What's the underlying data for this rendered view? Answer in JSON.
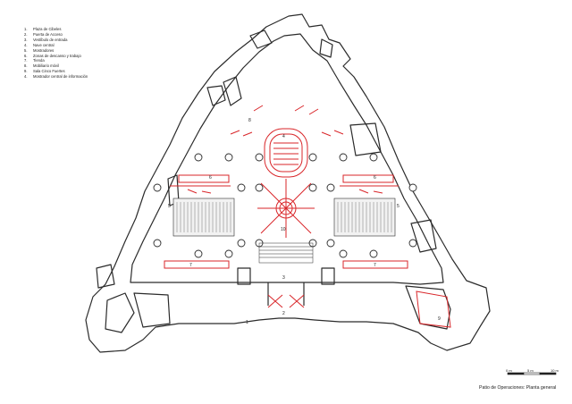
{
  "legend": [
    {
      "num": "1.",
      "label": "Plaza de Cibeles"
    },
    {
      "num": "2.",
      "label": "Puerta de Acceso"
    },
    {
      "num": "3.",
      "label": "Vestíbulo de entrada"
    },
    {
      "num": "4.",
      "label": "Nave central"
    },
    {
      "num": "5.",
      "label": "Mostradores"
    },
    {
      "num": "6.",
      "label": "Zonas de descanso y trabajo"
    },
    {
      "num": "7.",
      "label": "Tienda"
    },
    {
      "num": "8.",
      "label": "Mobiliario móvil"
    },
    {
      "num": "9.",
      "label": "Sala Cinco Fuertes"
    },
    {
      "num": "4.",
      "label": "Mostrador central de información"
    }
  ],
  "plan_labels": [
    "1",
    "2",
    "3",
    "4",
    "5",
    "5",
    "6",
    "6",
    "7",
    "7",
    "8",
    "9",
    "10"
  ],
  "scale": {
    "labels": [
      "0 m",
      "5 m",
      "10 m"
    ]
  },
  "caption": "Patio de Operaciones: Planta general",
  "colors": {
    "wall": "#2b2b2b",
    "intervention": "#d9262a",
    "background": "#ffffff"
  }
}
